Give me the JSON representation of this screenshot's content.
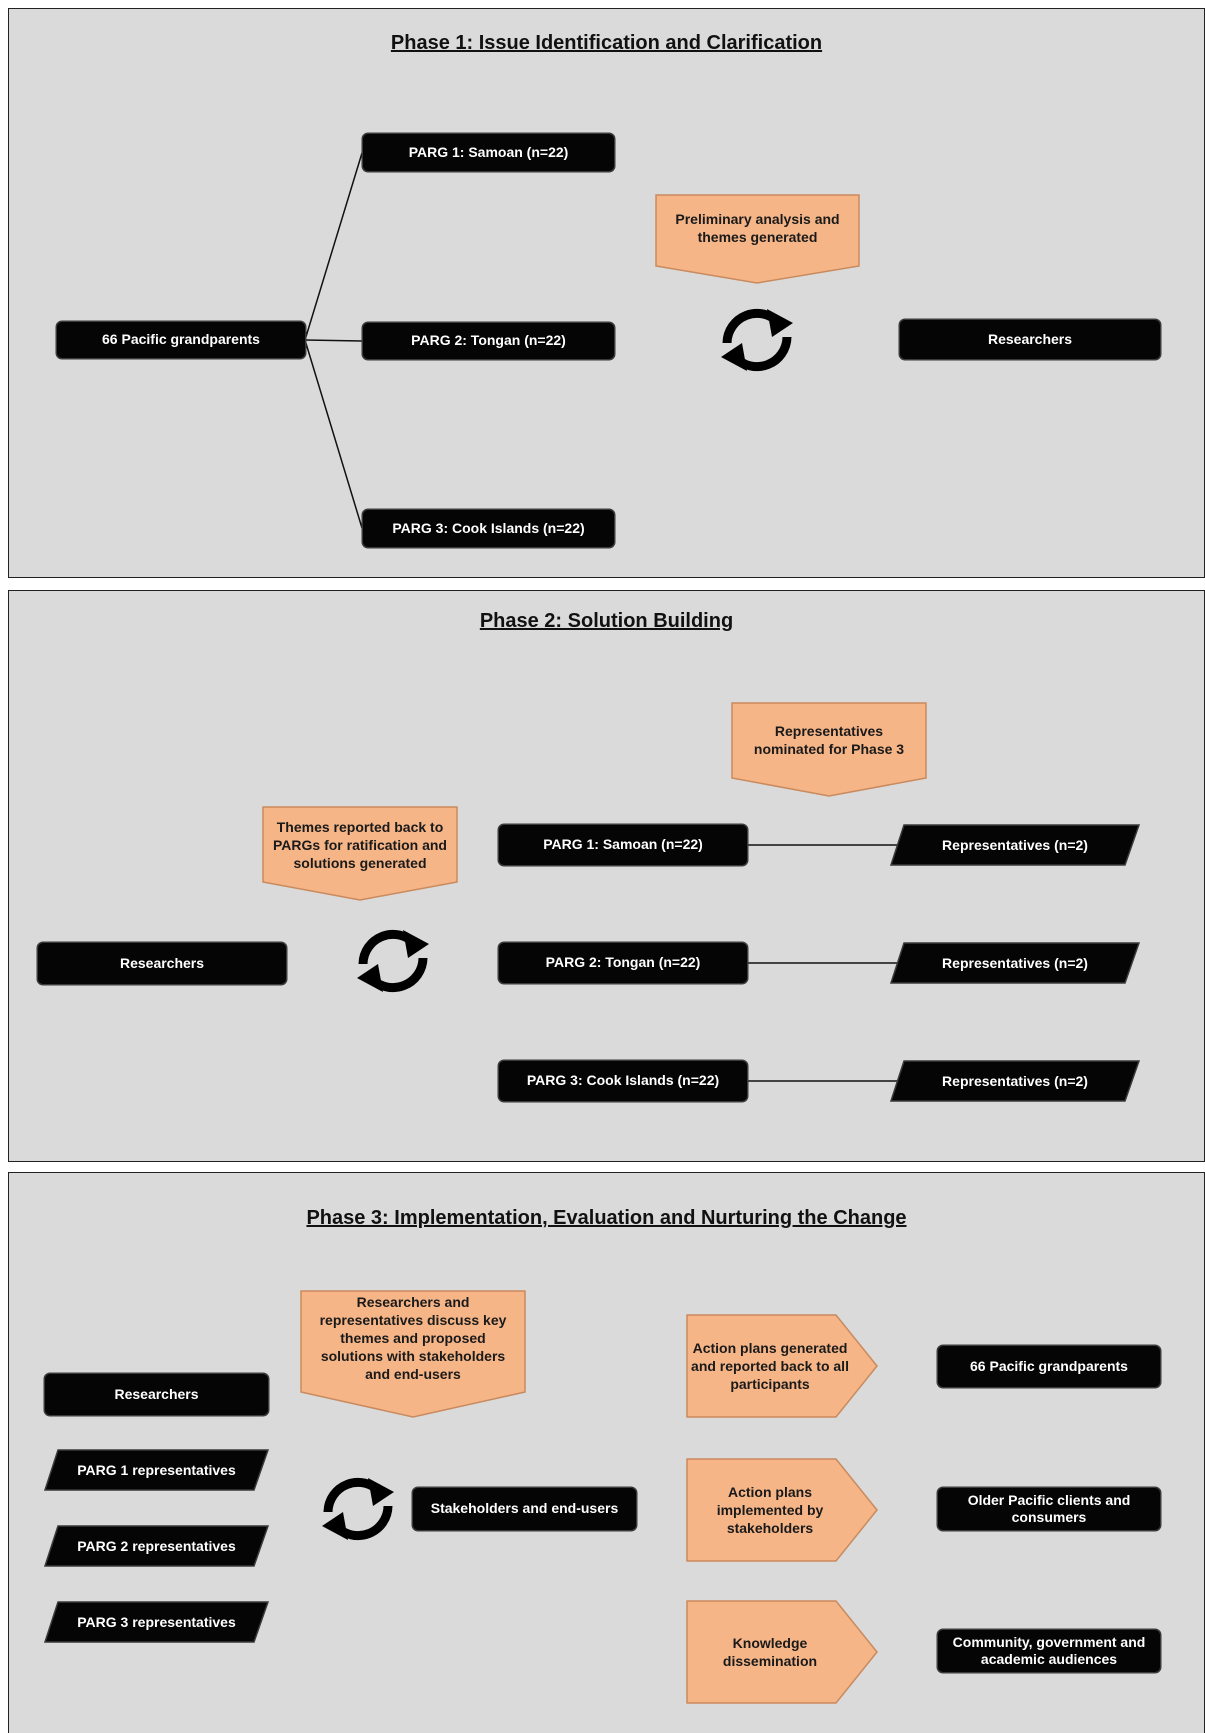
{
  "colors": {
    "panel": "#dadada",
    "box": "#050505",
    "callout": "#f6b587",
    "callout_border": "#c98a5e"
  },
  "phase1": {
    "title": "Phase 1: Issue Identification and Clarification",
    "grandparents": "66 Pacific grandparents",
    "parg1": "PARG 1:  Samoan (n=22)",
    "parg2": "PARG 2:  Tongan (n=22)",
    "parg3": "PARG 3:  Cook Islands (n=22)",
    "callout": "Preliminary analysis and themes generated",
    "cycle_icon": "refresh-cycle-icon",
    "researchers": "Researchers"
  },
  "phase2": {
    "title": "Phase 2: Solution Building",
    "callout_reps": "Representatives nominated for Phase 3",
    "callout_themes": "Themes reported back to PARGs  for ratification and solutions  generated",
    "researchers": "Researchers",
    "cycle_icon": "refresh-cycle-icon",
    "parg1": "PARG 1:  Samoan (n=22)",
    "parg2": "PARG 2:  Tongan (n=22)",
    "parg3": "PARG 3:  Cook Islands (n=22)",
    "rep1": "Representatives  (n=2)",
    "rep2": "Representatives  (n=2)",
    "rep3": "Representatives  (n=2)"
  },
  "phase3": {
    "title": "Phase 3: Implementation, Evaluation and Nurturing the Change",
    "callout": "Researchers and representatives  discuss  key themes and proposed  solutions with stakeholders  and end-users",
    "researchers": "Researchers",
    "parg1_reps": "PARG 1 representatives",
    "parg2_reps": "PARG 2 representatives",
    "parg3_reps": "PARG 3 representatives",
    "cycle_icon": "refresh-cycle-icon",
    "stakeholders": "Stakeholders and end-users",
    "arrow1": "Action plans generated and reported back to all participants",
    "arrow2": "Action plans implemented by stakeholders",
    "arrow3": "Knowledge dissemination",
    "out1": "66 Pacific grandparents",
    "out2": "Older Pacific clients and consumers",
    "out3": "Community, government and academic audiences"
  }
}
